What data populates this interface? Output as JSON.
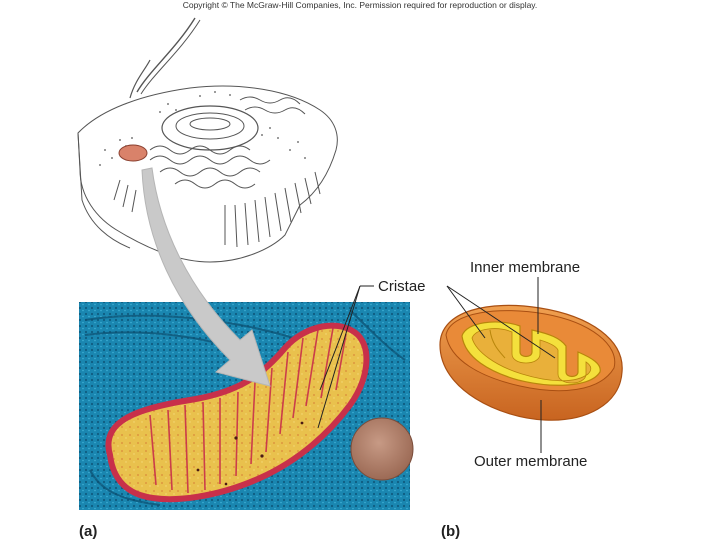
{
  "header": {
    "copyright": "Copyright © The McGraw-Hill Companies, Inc. Permission required for reproduction or display."
  },
  "labels": {
    "cristae": "Cristae",
    "inner_membrane": "Inner membrane",
    "outer_membrane": "Outer membrane"
  },
  "panels": {
    "a": "(a)",
    "b": "(b)"
  },
  "colors": {
    "micrograph_bg": "#1d8db6",
    "mito_fill": "#e8c24a",
    "mito_edge": "#c8304a",
    "outer_membrane": "#d9762a",
    "inner_membrane": "#f4e03c",
    "arrow": "#c9c9c9"
  }
}
